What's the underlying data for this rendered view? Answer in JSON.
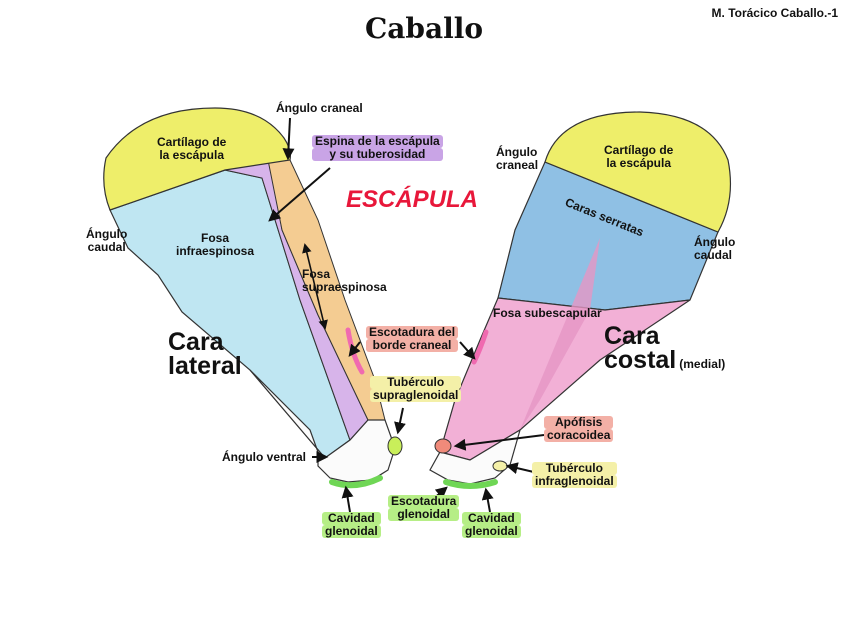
{
  "header": {
    "slide_label": "M. Torácico Caballo.-1"
  },
  "title": "Caballo",
  "subject": "ESCÁPULA",
  "lateral": {
    "face_line1": "Cara",
    "face_line2": "lateral",
    "labels": {
      "angulo_craneal": "Ángulo craneal",
      "cartilago_l1": "Cartílago de",
      "cartilago_l2": "la escápula",
      "espina_l1": "Espina de la escápula",
      "espina_l2": "y su tuberosidad",
      "angulo_caudal_l1": "Ángulo",
      "angulo_caudal_l2": "caudal",
      "fosa_infra_l1": "Fosa",
      "fosa_infra_l2": "infraespinosa",
      "fosa_supra_l1": "Fosa",
      "fosa_supra_l2": "supraespinosa",
      "tuberculo_supra_l1": "Tubérculo",
      "tuberculo_supra_l2": "supraglenoidal",
      "angulo_ventral": "Ángulo ventral",
      "cavidad_l1": "Cavidad",
      "cavidad_l2": "glenoidal"
    }
  },
  "costal": {
    "face_line1": "Cara",
    "face_line2": "costal",
    "face_note": "(medial)",
    "labels": {
      "angulo_craneal_l1": "Ángulo",
      "angulo_craneal_l2": "craneal",
      "cartilago_l1": "Cartílago de",
      "cartilago_l2": "la escápula",
      "caras_serratas": "Caras serratas",
      "angulo_caudal_l1": "Ángulo",
      "angulo_caudal_l2": "caudal",
      "fosa_subescapular": "Fosa subescapular",
      "apofisis_l1": "Apófisis",
      "apofisis_l2": "coracoidea",
      "tuberculo_infra_l1": "Tubérculo",
      "tuberculo_infra_l2": "infraglenoidal",
      "cavidad_l1": "Cavidad",
      "cavidad_l2": "glenoidal"
    }
  },
  "center": {
    "escotadura_craneal_l1": "Escotadura del",
    "escotadura_craneal_l2": "borde craneal",
    "escotadura_glenoidal_l1": "Escotadura",
    "escotadura_glenoidal_l2": "glenoidal"
  },
  "colors": {
    "cartilage": "#eeee6a",
    "infraspinous": "#bfe6f2",
    "supraspinous": "#f4cc92",
    "spine": "#d7b4ea",
    "serrated": "#8fc0e4",
    "subscapular": "#f2b0d6",
    "glenoid": "#b6ee86",
    "notch": "#f06ab0",
    "title_red": "#e8173a"
  }
}
